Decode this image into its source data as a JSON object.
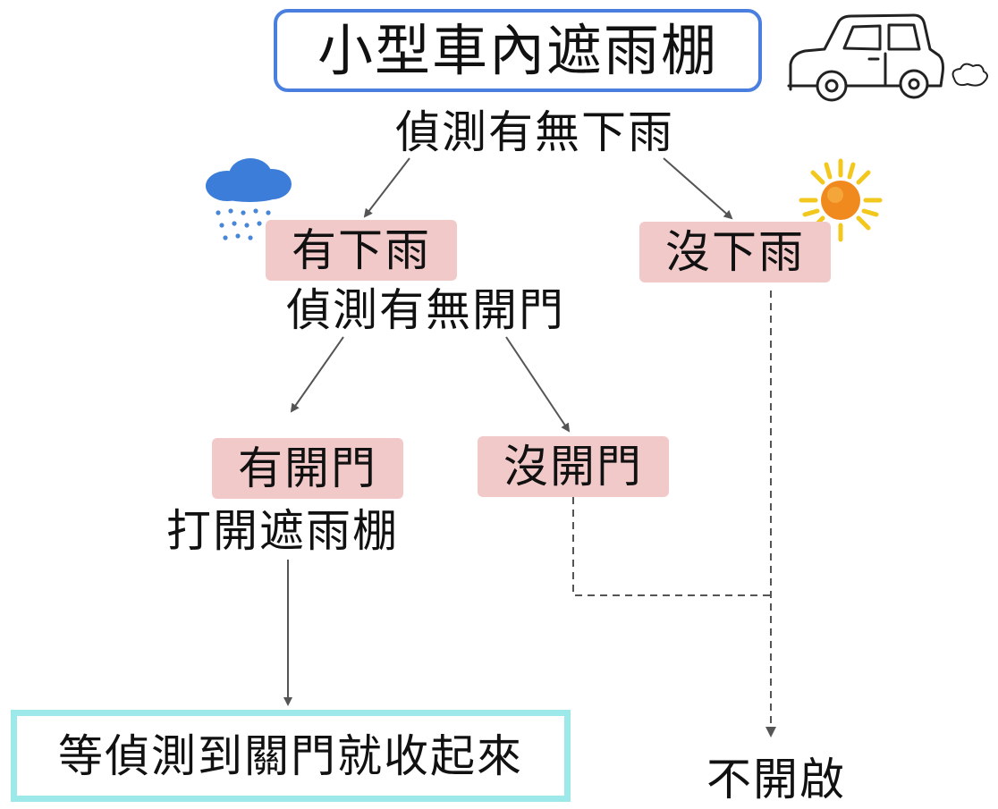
{
  "title": "小型車內遮雨棚",
  "steps": {
    "detect_rain": "偵測有無下雨",
    "rain_yes": "有下雨",
    "rain_no": "沒下雨",
    "detect_door": "偵測有無開門",
    "door_open": "有開門",
    "door_closed": "沒開門",
    "open_canopy": "打開遮雨棚",
    "wait_and_close": "等偵測到關門就收起來",
    "do_not_open": "不開啟"
  },
  "icons": {
    "car": "car-sketch-icon",
    "rain_cloud": "rain-cloud-icon",
    "sun": "sun-icon"
  },
  "colors": {
    "title_border": "#4a7fe0",
    "label_fill": "#f2c9c9",
    "final_border": "#9de8e8",
    "arrow": "#555555"
  }
}
